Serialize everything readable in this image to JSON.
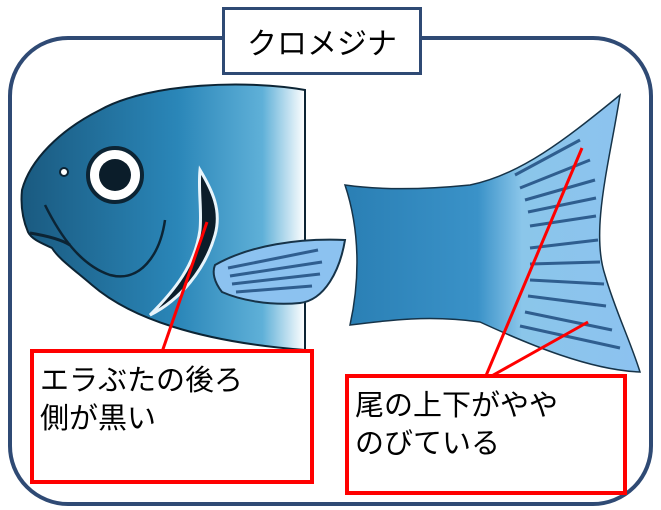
{
  "title": "クロメジナ",
  "callouts": {
    "gill_cover": {
      "line1": "エラぶたの後ろ",
      "line2": "側が黒い"
    },
    "tail": {
      "line1": "尾の上下がやや",
      "line2": "のびている"
    }
  },
  "colors": {
    "frame": "#2f4a74",
    "callout_border": "#ff0000",
    "fish_dark": "#1e5f86",
    "fish_mid": "#2b8bbf",
    "fin_light": "#8cc2f0",
    "fin_stripe": "#2f5e8f"
  }
}
